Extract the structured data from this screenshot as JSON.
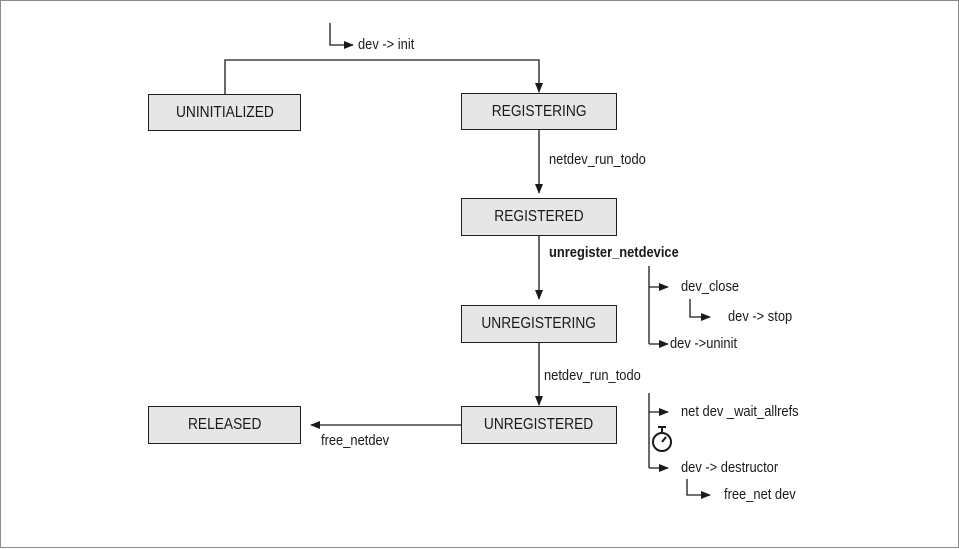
{
  "states": {
    "uninitialized": "UNINITIALIZED",
    "registering": "REGISTERING",
    "registered": "REGISTERED",
    "unregistering": "UNREGISTERING",
    "unregistered": "UNREGISTERED",
    "released": "RELEASED"
  },
  "transitions": {
    "init": "dev -> init",
    "run_todo_1": "netdev_run_todo",
    "unregister": "unregister_netdevice",
    "run_todo_2": "netdev_run_todo",
    "free": "free_netdev"
  },
  "unregister_steps": {
    "close": "dev_close",
    "stop": "dev -> stop",
    "uninit": "dev ->uninit"
  },
  "todo_steps": {
    "wait": "net dev _wait_allrefs",
    "destructor": "dev -> destructor",
    "free_net": "free_net dev"
  },
  "colors": {
    "box_fill": "#e6e6e6",
    "line": "#1a1a1a"
  },
  "icons": {
    "timer": "stopwatch-icon"
  }
}
